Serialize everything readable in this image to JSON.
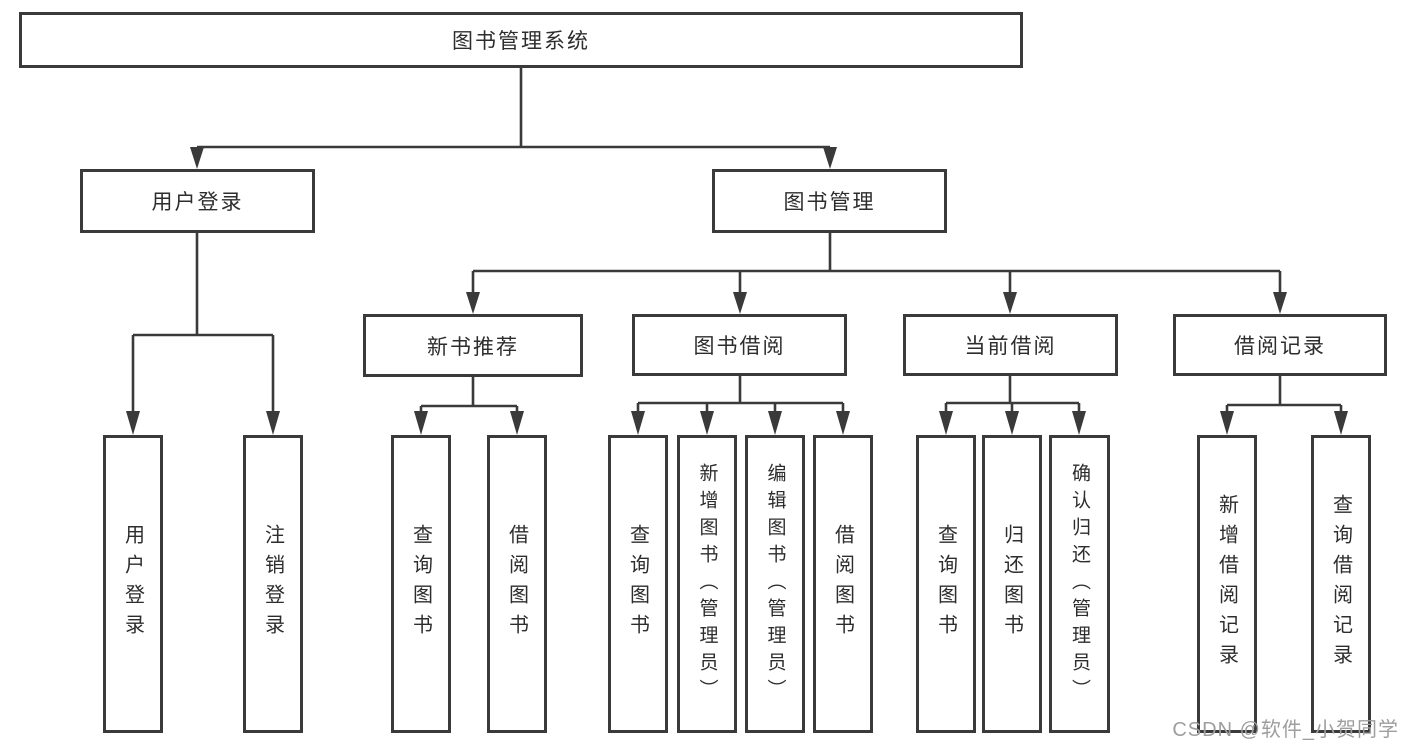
{
  "nodes": {
    "root": "图书管理系统",
    "login": "用户登录",
    "manage": "图书管理",
    "recommend": "新书推荐",
    "borrow": "图书借阅",
    "current": "当前借阅",
    "records": "借阅记录",
    "leaf_login": "用户登录",
    "leaf_logout": "注销登录",
    "leaf_rec_query": "查询图书",
    "leaf_rec_borrow": "借阅图书",
    "leaf_bor_query": "查询图书",
    "leaf_bor_add": "新增图书（管理员）",
    "leaf_bor_edit": "编辑图书（管理员）",
    "leaf_bor_borrow": "借阅图书",
    "leaf_cur_query": "查询图书",
    "leaf_cur_return": "归还图书",
    "leaf_cur_confirm": "确认归还（管理员）",
    "leaf_rec2_add": "新增借阅记录",
    "leaf_rec2_query": "查询借阅记录"
  },
  "watermark": "CSDN @软件_小贺同学",
  "colors": {
    "line": "#3a3a3a",
    "box_border": "#3a3a3a",
    "text": "#2d2d2d",
    "watermark": "#9e9e9e",
    "background": "#ffffff"
  }
}
